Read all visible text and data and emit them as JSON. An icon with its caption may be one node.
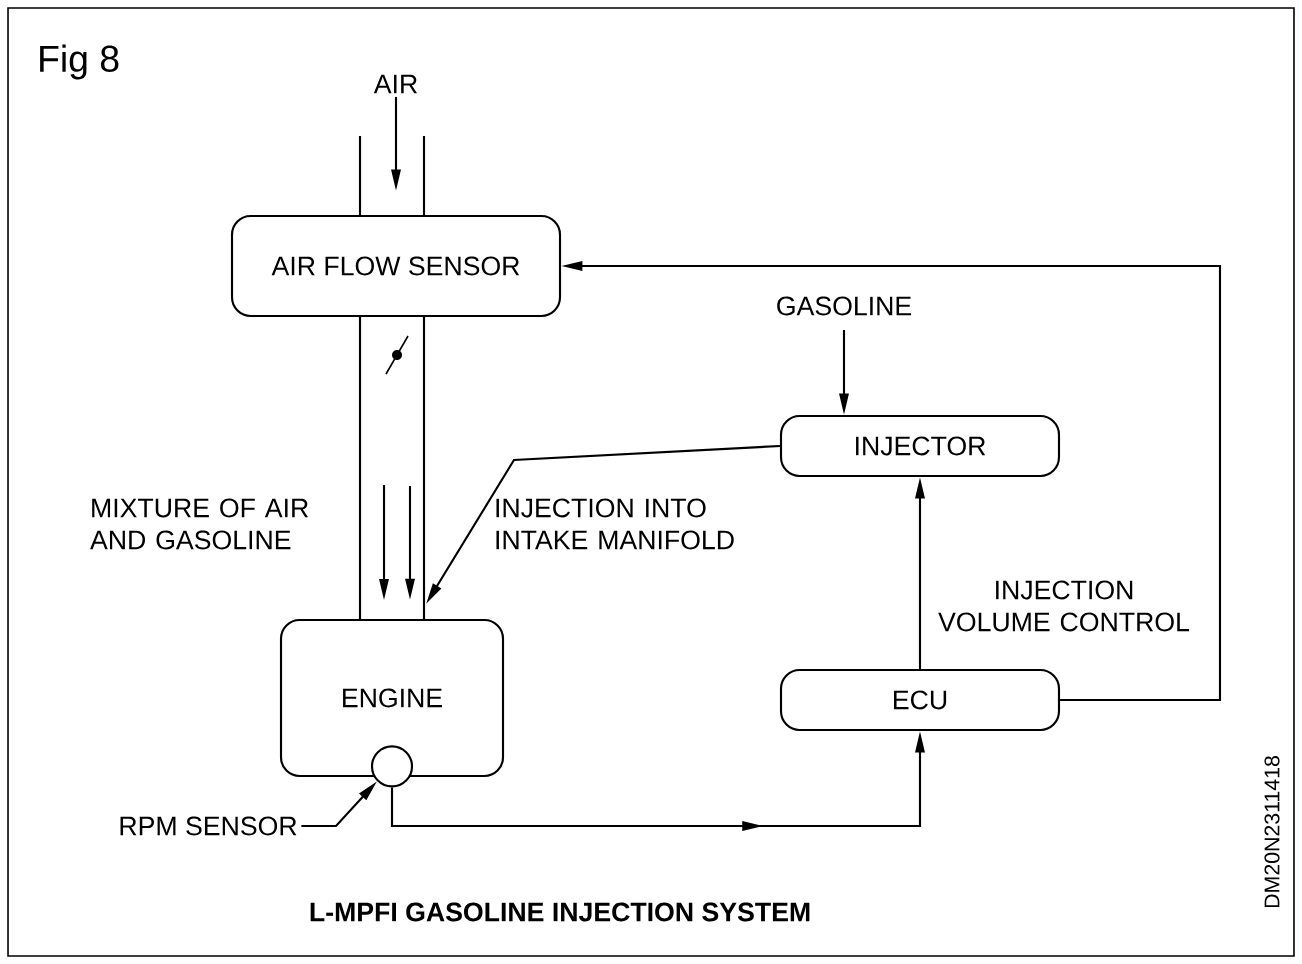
{
  "diagram": {
    "title": "Fig 8",
    "caption": "L-MPFI GASOLINE INJECTION SYSTEM",
    "nodes": [
      {
        "text": [
          "AIR FLOW SENSOR"
        ]
      },
      {
        "text": [
          "INJECTOR"
        ]
      },
      {
        "text": [
          "ENGINE"
        ]
      },
      {
        "text": [
          "ECU"
        ]
      },
      {
        "text": [
          "AIR"
        ]
      },
      {
        "text": [
          "GASOLINE"
        ]
      },
      {
        "text": [
          "RPM SENSOR"
        ]
      },
      {
        "text": [],
        "shape": "circle",
        "in": 2
      }
    ],
    "edges": [
      {
        "from": 4,
        "to": 0,
        "arrow": "to"
      },
      {
        "from": 0,
        "to": 2,
        "arrow": "to",
        "label": "MIXTURE OF AIR AND GASOLINE"
      },
      {
        "from": 5,
        "to": 1,
        "arrow": "to"
      },
      {
        "from": 1,
        "to": 2,
        "arrow": "to",
        "label": "INJECTION INTO INTAKE MANIFOLD"
      },
      {
        "from": 3,
        "to": 1,
        "arrow": "to",
        "label": "INJECTION VOLUME CONTROL"
      },
      {
        "from": 3,
        "to": 0,
        "arrow": "to"
      },
      {
        "from": 7,
        "to": 3,
        "arrow": "to"
      },
      {
        "from": 6,
        "to": 7,
        "arrow": "to"
      }
    ],
    "labels": [
      "DM20N2311418"
    ]
  }
}
